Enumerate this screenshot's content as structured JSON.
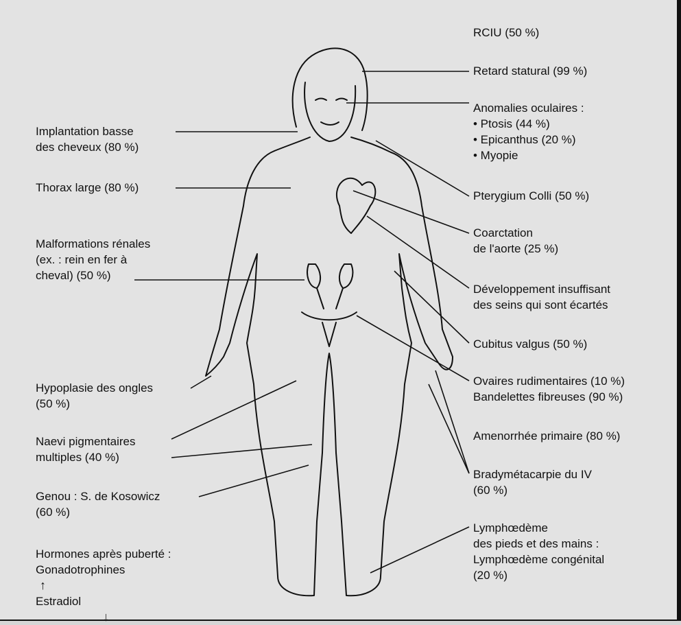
{
  "labels": {
    "rciu": [
      "RCIU (50 %)"
    ],
    "retard": [
      "Retard statural (99 %)"
    ],
    "oculaires": [
      "Anomalies oculaires :",
      "• Ptosis (44 %)",
      "• Epicanthus (20 %)",
      "• Myopie"
    ],
    "cheveux": [
      "Implantation basse",
      "des cheveux (80 %)"
    ],
    "thorax": [
      "Thorax large (80 %)"
    ],
    "pterygium": [
      "Pterygium Colli (50 %)"
    ],
    "coarctation": [
      "Coarctation",
      "de l'aorte (25 %)"
    ],
    "renales": [
      "Malformations rénales",
      "(ex. : rein en fer à",
      "cheval) (50 %)"
    ],
    "seins": [
      "Développement insuffisant",
      "des seins qui sont écartés"
    ],
    "cubitus": [
      "Cubitus valgus (50 %)"
    ],
    "ongles": [
      "Hypoplasie des ongles",
      "(50 %)"
    ],
    "ovaires": [
      "Ovaires rudimentaires (10 %)",
      "Bandelettes fibreuses (90 %)"
    ],
    "amenorrhee": [
      "Amenorrhée primaire (80 %)"
    ],
    "naevi": [
      "Naevi pigmentaires",
      "multiples (40 %)"
    ],
    "brady": [
      "Bradymétacarpie du IV",
      "(60 %)"
    ],
    "genou": [
      "Genou : S. de Kosowicz",
      "(60 %)"
    ],
    "lymph": [
      "Lymphœdème",
      "des pieds et des mains :",
      "Lymphœdème congénital",
      "(20 %)"
    ],
    "hormones": [
      "Hormones après puberté :",
      "Gonadotrophines",
      "Estradiol"
    ]
  },
  "icons": {
    "up": "arrow-up-icon",
    "down": "arrow-down-icon"
  },
  "colors": {
    "line": "#111111",
    "background": "#e3e3e3"
  }
}
